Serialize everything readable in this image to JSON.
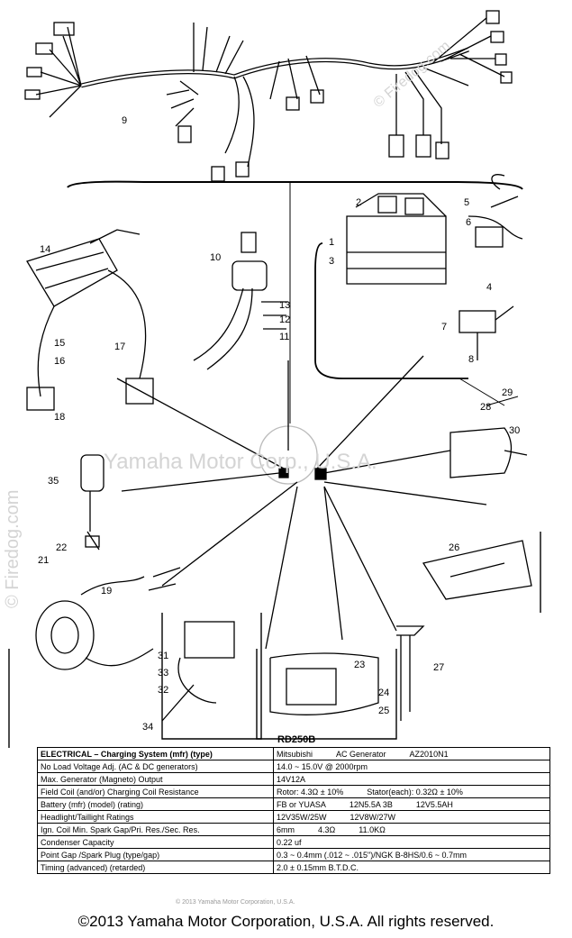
{
  "watermarks": {
    "vertical": "© Firedog.com",
    "center": "Yamaha Motor Corp., U.S.A.",
    "diagonal": "© Firedog.com"
  },
  "callouts": [
    "1",
    "2",
    "3",
    "4",
    "5",
    "6",
    "7",
    "8",
    "9",
    "10",
    "11",
    "12",
    "13",
    "14",
    "15",
    "16",
    "17",
    "18",
    "19",
    "21",
    "22",
    "23",
    "24",
    "25",
    "26",
    "27",
    "28",
    "29",
    "30",
    "31",
    "32",
    "33",
    "34",
    "35"
  ],
  "specs": {
    "title": "RD250B",
    "rows": [
      {
        "label": "ELECTRICAL – Charging System (mfr) (type)",
        "values": [
          "Mitsubishi",
          "AC Generator",
          "AZ2010N1"
        ]
      },
      {
        "label": "No Load Voltage Adj. (AC & DC generators)",
        "values": [
          "14.0 ~ 15.0V @ 2000rpm"
        ]
      },
      {
        "label": "Max. Generator (Magneto) Output",
        "values": [
          "14V12A"
        ]
      },
      {
        "label": "Field Coil (and/or) Charging Coil Resistance",
        "values": [
          "Rotor: 4.3Ω ± 10%",
          "Stator(each): 0.32Ω ± 10%"
        ]
      },
      {
        "label": "Battery (mfr) (model) (rating)",
        "values": [
          "FB or YUASA",
          "12N5.5A 3B",
          "12V5.5AH"
        ]
      },
      {
        "label": "Headlight/Taillight Ratings",
        "values": [
          "12V35W/25W",
          "12V8W/27W"
        ]
      },
      {
        "label": "Ign. Coil Min. Spark Gap/Pri. Res./Sec. Res.",
        "values": [
          "6mm",
          "4.3Ω",
          "11.0KΩ"
        ]
      },
      {
        "label": "Condenser Capacity",
        "values": [
          "0.22 uf"
        ]
      },
      {
        "label": "Point Gap /Spark Plug (type/gap)",
        "values": [
          "0.3 ~ 0.4mm (.012 ~ .015\")/NGK B-8HS/0.6 ~ 0.7mm"
        ]
      },
      {
        "label": "Timing (advanced) (retarded)",
        "values": [
          "2.0 ± 0.15mm B.T.D.C."
        ]
      }
    ],
    "copyright_small": "© 2013 Yamaha Motor Corporation, U.S.A."
  },
  "footer": "©2013 Yamaha Motor Corporation, U.S.A. All rights reserved."
}
